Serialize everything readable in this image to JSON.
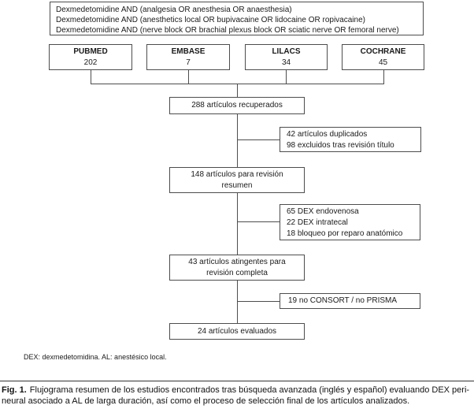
{
  "search_box": {
    "lines": [
      "Dexmedetomidine AND (analgesia OR anesthesia OR anaesthesia)",
      "Dexmedetomidine AND (anesthetics local OR bupivacaine OR lidocaine OR ropivacaine)",
      "Dexmedetomidine AND (nerve block OR brachial plexus block OR sciatic nerve OR femoral nerve)"
    ]
  },
  "databases": [
    {
      "name": "PUBMED",
      "count": "202"
    },
    {
      "name": "EMBASE",
      "count": "7"
    },
    {
      "name": "LILACS",
      "count": "34"
    },
    {
      "name": "COCHRANE",
      "count": "45"
    }
  ],
  "flow": {
    "retrieved": "288 artículos recuperados",
    "excluded_title": {
      "line1": "42 artículos duplicados",
      "line2": "98 excluidos tras revisión título"
    },
    "abstract_review": {
      "line1": "148 artículos para revisión",
      "line2": "resumen"
    },
    "excluded_abstract": {
      "line1": "65 DEX endovenosa",
      "line2": "22 DEX intratecal",
      "line3": "18 bloqueo por reparo anatómico"
    },
    "full_review": {
      "line1": "43 artículos atingentes para",
      "line2": "revisión completa"
    },
    "excluded_reporting": "19 no CONSORT / no PRISMA",
    "evaluated": "24 artículos evaluados"
  },
  "footnote": "DEX: dexmedetomidina. AL: anestésico local.",
  "caption": {
    "label": "Fig. 1.",
    "line1": "Flujograma resumen de los estudios encontrados tras búsqueda avanzada (inglés y español) evaluando DEX peri-",
    "line2": "neural asociado a AL de larga duración, así como el proceso de selección final de los artículos analizados."
  },
  "colors": {
    "border": "#4d4d4d",
    "text": "#1a1a1a",
    "background": "#ffffff"
  }
}
